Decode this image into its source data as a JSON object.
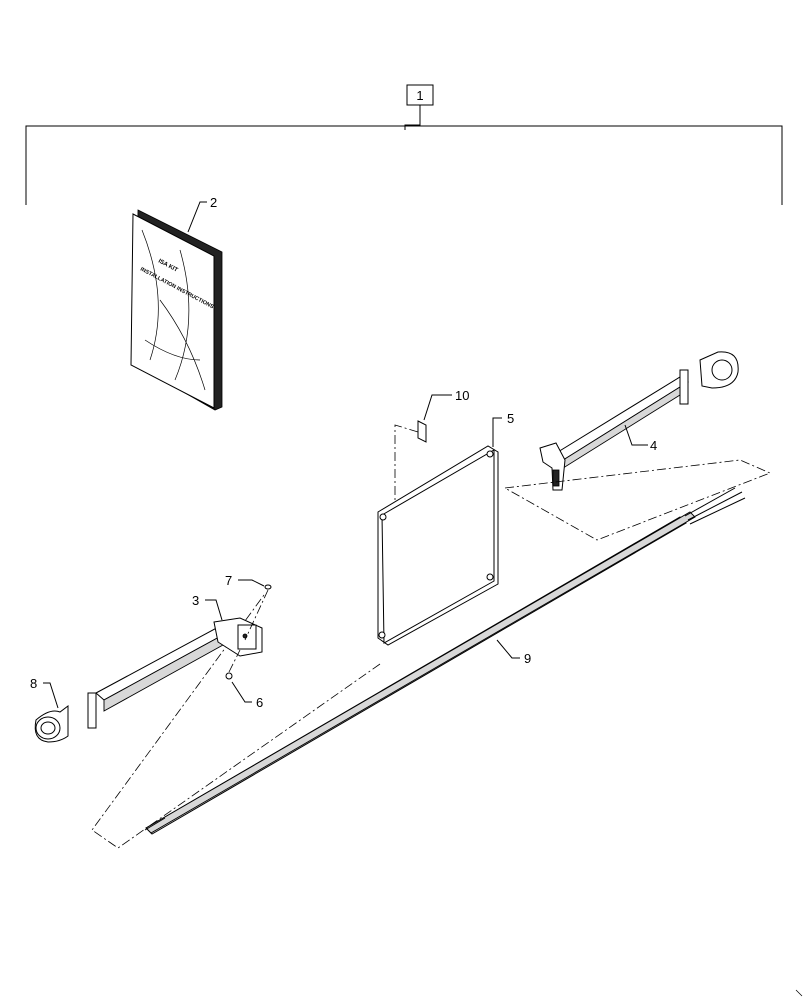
{
  "callouts": {
    "kit": "1",
    "manual": "2",
    "left_bracket": "3",
    "right_bracket": "4",
    "panel": "5",
    "lower_fastener": "6",
    "upper_fastener": "7",
    "left_socket": "8",
    "harness": "9",
    "decal": "10"
  },
  "manual_cover": {
    "line1": "ISA KIT",
    "line2": "INSTALLATION INSTRUCTIONS"
  }
}
